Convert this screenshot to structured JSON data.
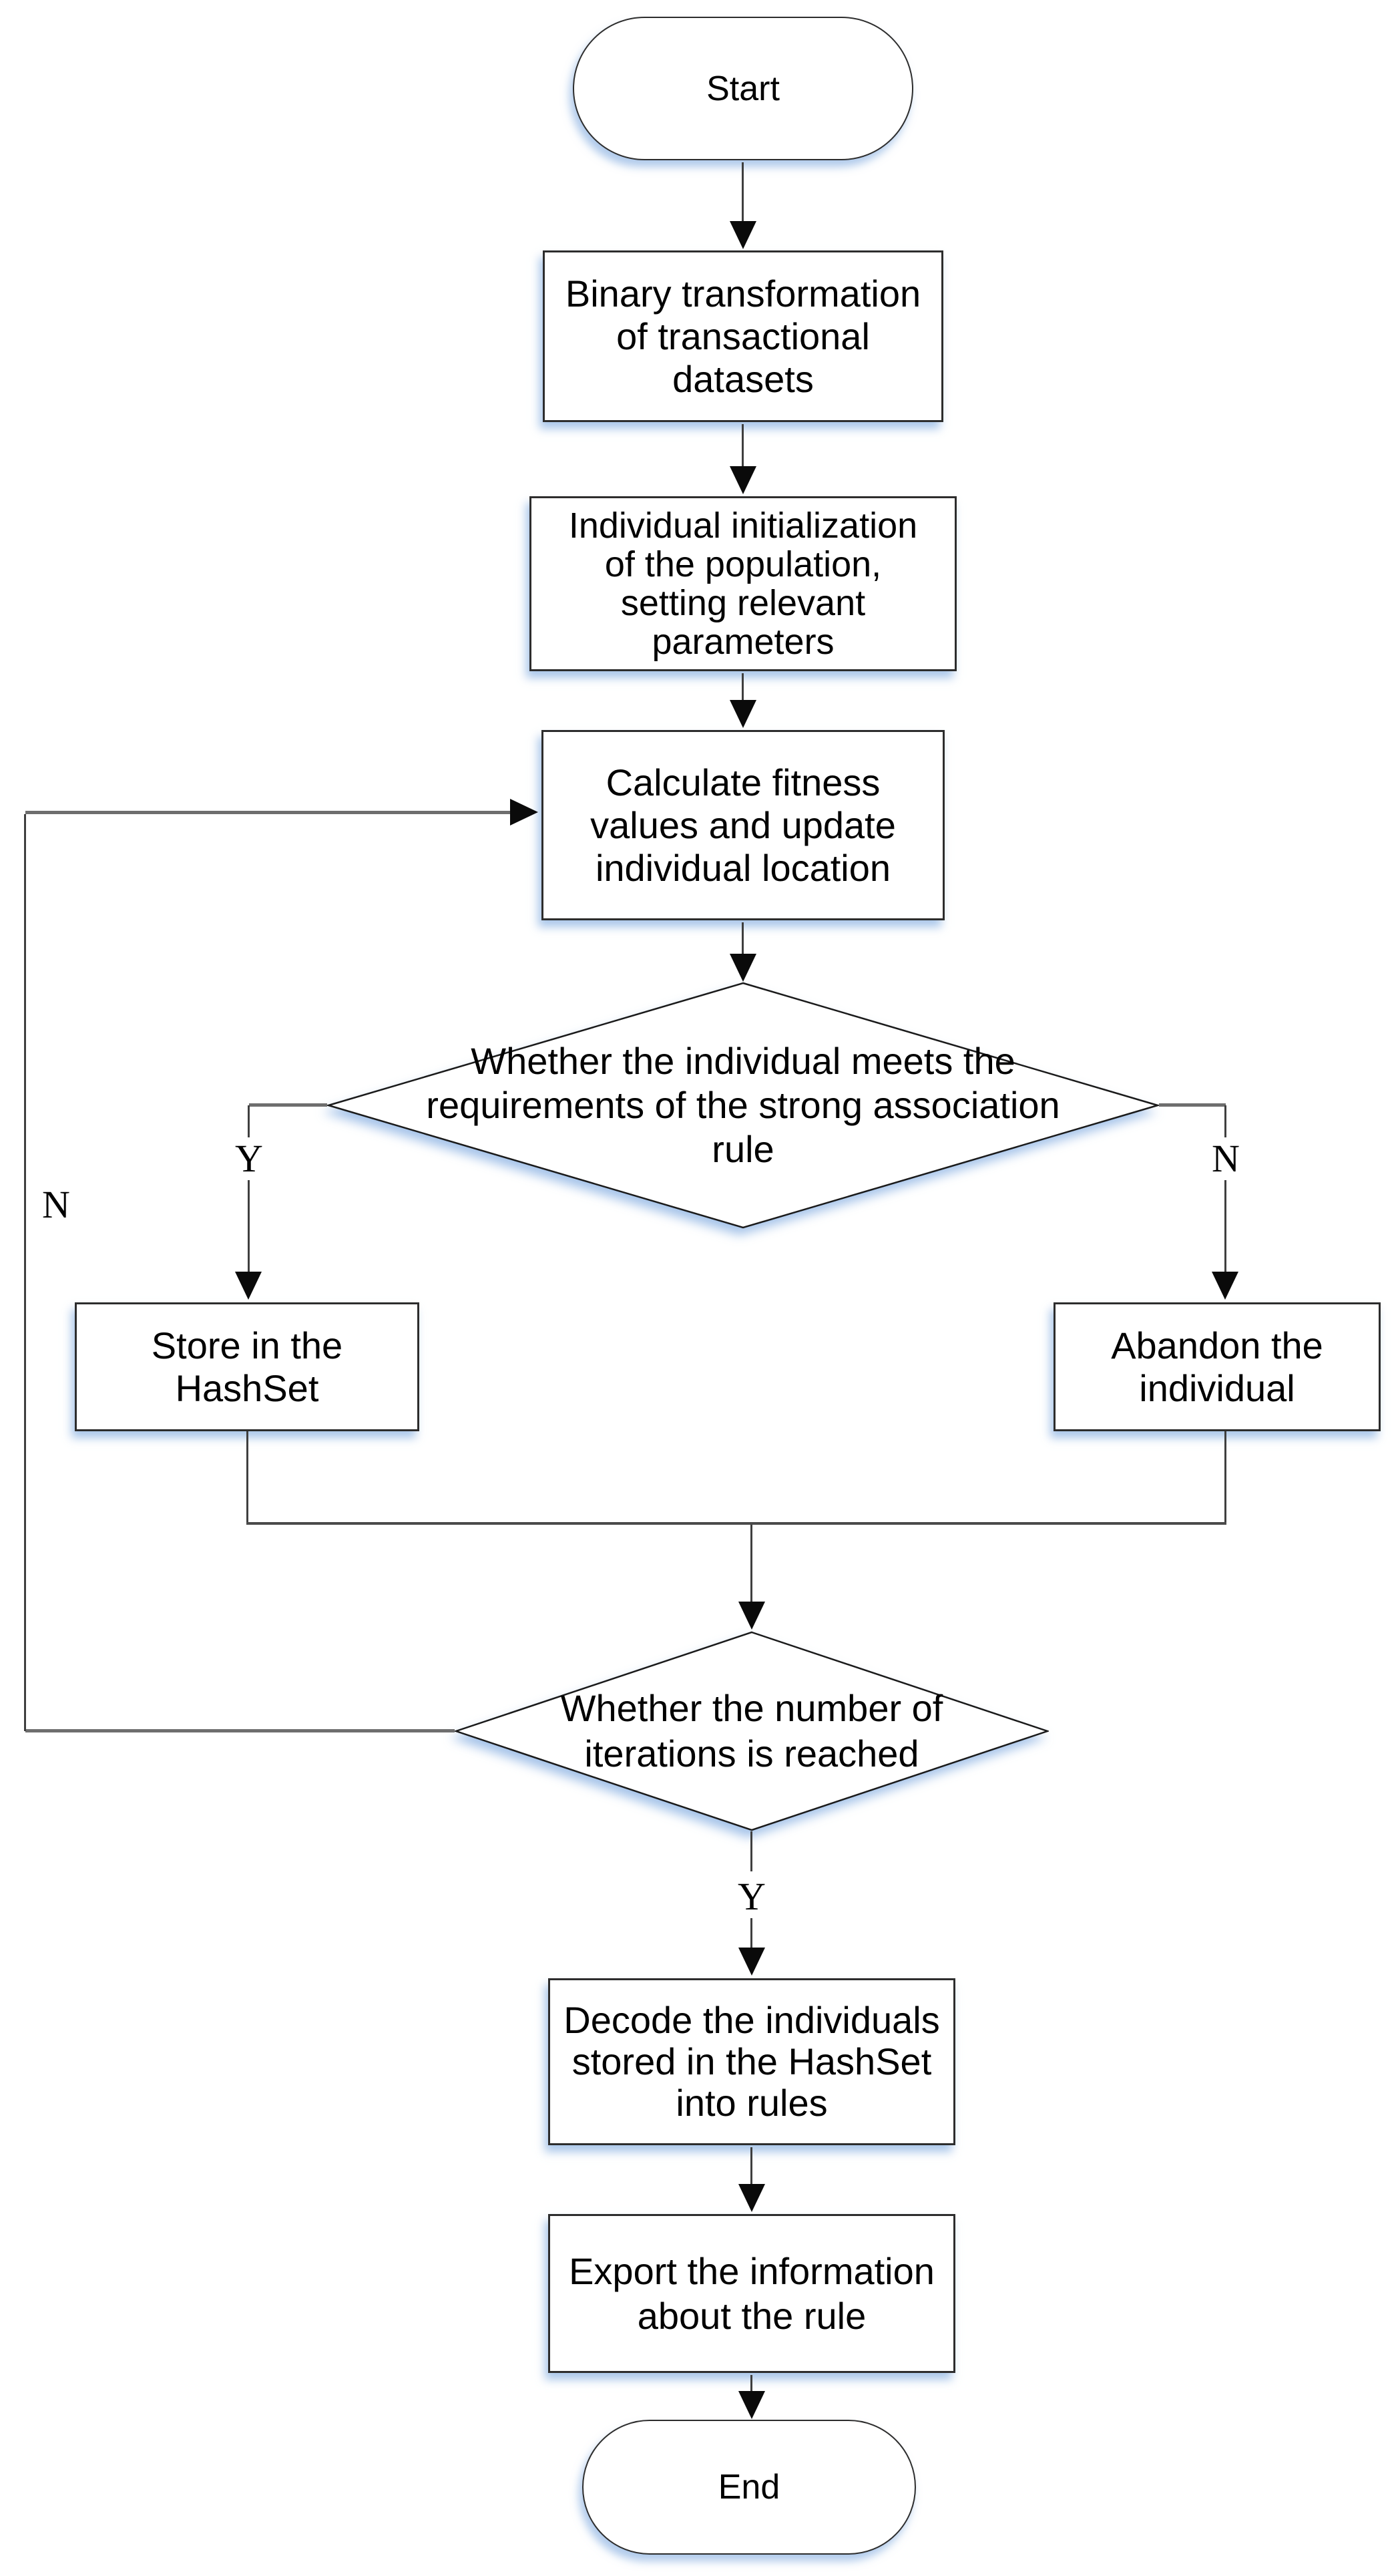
{
  "flowchart": {
    "nodes": {
      "start": {
        "type": "terminator",
        "label": "Start"
      },
      "binary_transform": {
        "type": "process",
        "label": "Binary transformation\nof transactional\ndatasets"
      },
      "init_population": {
        "type": "process",
        "label": "Individual initialization\nof the population,\nsetting relevant\nparameters"
      },
      "calc_fitness": {
        "type": "process",
        "label": "Calculate fitness\nvalues and update\nindividual location"
      },
      "check_rule": {
        "type": "decision",
        "label": "Whether the individual meets the\nrequirements of the strong association\nrule"
      },
      "store_hashset": {
        "type": "process",
        "label": "Store in the\nHashSet"
      },
      "abandon_individual": {
        "type": "process",
        "label": "Abandon the\nindividual"
      },
      "check_iterations": {
        "type": "decision",
        "label": "Whether the number of\niterations is reached"
      },
      "decode_individuals": {
        "type": "process",
        "label": "Decode the individuals\nstored in the HashSet\ninto rules"
      },
      "export_info": {
        "type": "process",
        "label": "Export the information\nabout the rule"
      },
      "end": {
        "type": "terminator",
        "label": "End"
      }
    },
    "edge_labels": {
      "rule_yes": "Y",
      "rule_no": "N",
      "iterations_yes": "Y",
      "iterations_no": "N"
    },
    "colors": {
      "shape_fill": "#ffffff",
      "shape_border": "#2d2d2d",
      "connector_gray": "#6e6e6e",
      "connector_dark": "#3f3f3f",
      "arrowhead": "#0a0a0a",
      "shadow_blue": "#8eb4e3",
      "text": "#000000"
    }
  }
}
